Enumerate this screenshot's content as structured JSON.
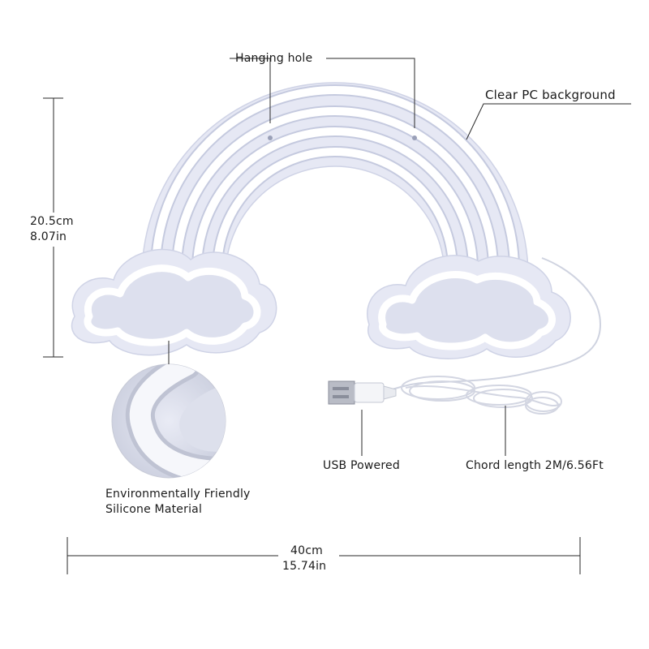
{
  "annotations": {
    "hanging_hole": "Hanging hole",
    "clear_pc_background": "Clear PC background",
    "usb_powered": "USB Powered",
    "chord_length": "Chord length 2M/6.56Ft",
    "material_line1": "Environmentally Friendly",
    "material_line2": "Silicone Material"
  },
  "dimensions": {
    "height_cm": "20.5cm",
    "height_in": "8.07in",
    "width_cm": "40cm",
    "width_in": "15.74in"
  },
  "colors": {
    "backing": "#e6e8f4",
    "backing_edge": "#cfd3e6",
    "neon_tube": "#ffffff",
    "tube_shadow": "#c5cadf",
    "cloud_fill": "#dde0ee",
    "line": "#2a2a2a"
  }
}
